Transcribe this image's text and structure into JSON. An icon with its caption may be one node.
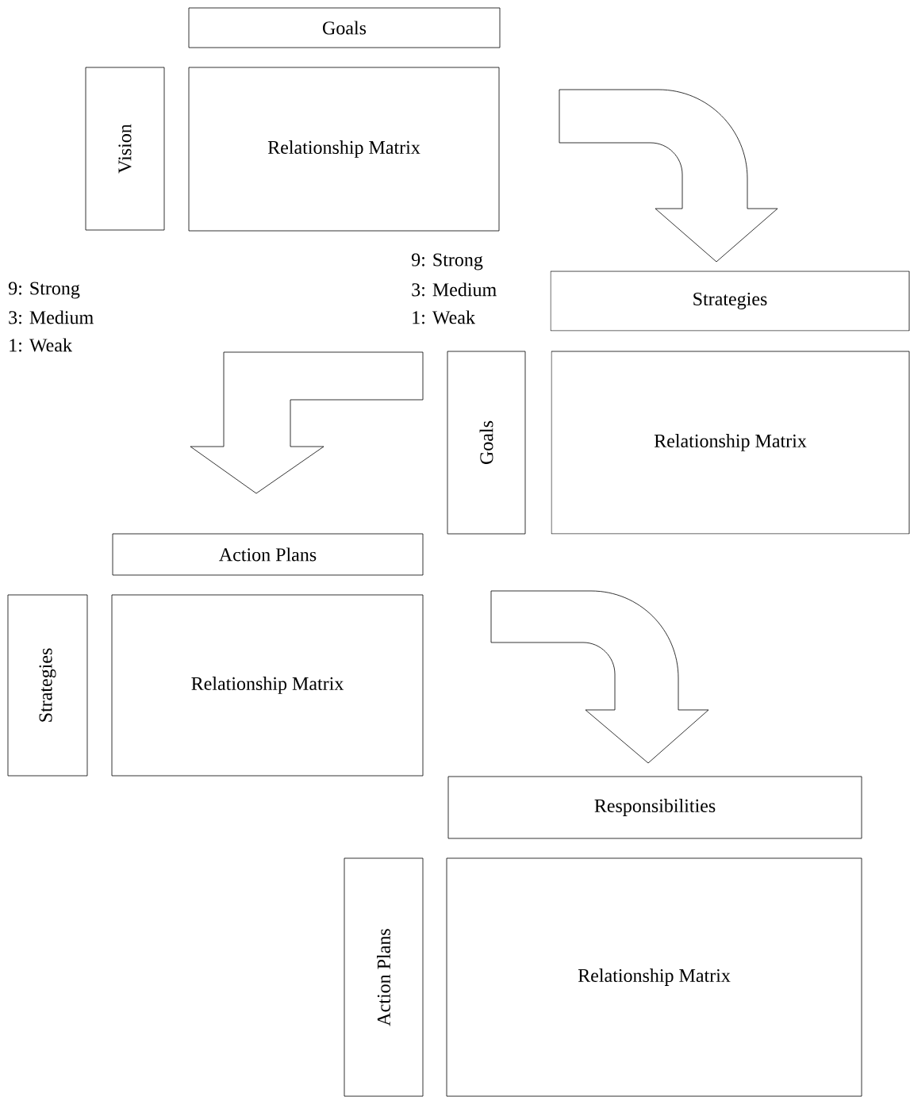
{
  "diagram": {
    "nodes": [
      {
        "text": [
          "Goals"
        ]
      },
      {
        "text": [
          "Vision"
        ]
      },
      {
        "text": [
          "Relationship Matrix"
        ]
      },
      {
        "text": [
          "Strategies"
        ]
      },
      {
        "text": [
          "Goals"
        ]
      },
      {
        "text": [
          "Relationship Matrix"
        ]
      },
      {
        "text": [
          "Action Plans"
        ]
      },
      {
        "text": [
          "Strategies"
        ]
      },
      {
        "text": [
          "Relationship Matrix"
        ]
      },
      {
        "text": [
          "Responsibilities"
        ]
      },
      {
        "text": [
          "Action Plans"
        ]
      },
      {
        "text": [
          "Relationship Matrix"
        ]
      }
    ],
    "edges": [
      {
        "from": 2,
        "to": 3,
        "arrow": "to"
      },
      {
        "from": 5,
        "to": 6,
        "arrow": "to"
      },
      {
        "from": 8,
        "to": 9,
        "arrow": "to"
      }
    ],
    "labels": [
      "9: Strong",
      "3: Medium",
      "1: Weak",
      "9: Strong",
      "3: Medium",
      "1: Weak"
    ]
  }
}
